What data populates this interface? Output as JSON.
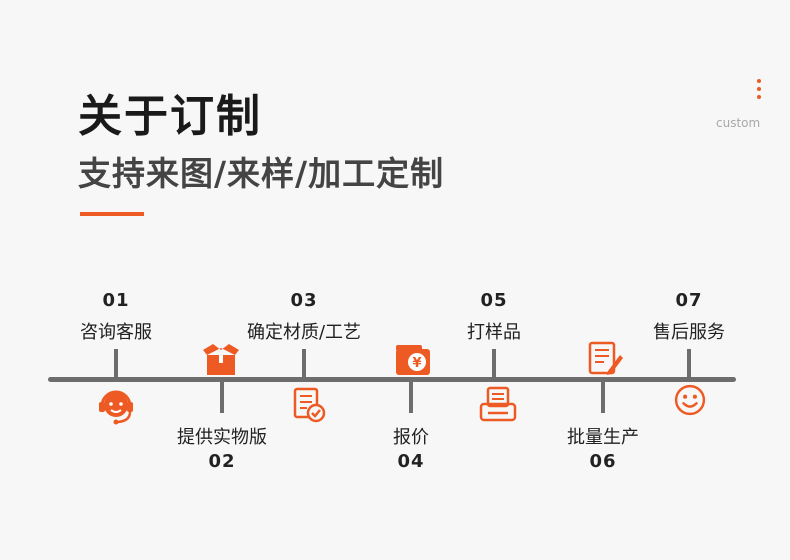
{
  "header": {
    "title": "关于订制",
    "subtitle": "支持来图/来样/加工定制",
    "corner_label": "custom"
  },
  "accent_color": "#ee5a24",
  "line_color": "#6d6d6d",
  "steps": [
    {
      "number": "01",
      "label": "咨询客服",
      "icon": "headset-icon"
    },
    {
      "number": "02",
      "label": "提供实物版",
      "icon": "open-box-icon"
    },
    {
      "number": "03",
      "label": "确定材质/工艺",
      "icon": "checked-document-icon"
    },
    {
      "number": "04",
      "label": "报价",
      "icon": "yuan-wallet-icon"
    },
    {
      "number": "05",
      "label": "打样品",
      "icon": "printer-icon"
    },
    {
      "number": "06",
      "label": "批量生产",
      "icon": "edit-document-icon"
    },
    {
      "number": "07",
      "label": "售后服务",
      "icon": "smile-icon"
    }
  ]
}
